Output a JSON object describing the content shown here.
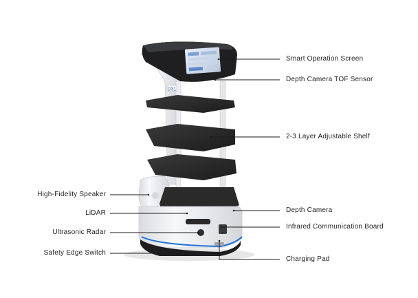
{
  "robot": {
    "model_badge": "D31"
  },
  "callouts": {
    "left": [
      {
        "key": "speaker",
        "text": "High-Fidelity Speaker"
      },
      {
        "key": "lidar",
        "text": "LiDAR"
      },
      {
        "key": "radar",
        "text": "Ultrasonic Radar"
      },
      {
        "key": "edge",
        "text": "Safety Edge Switch"
      }
    ],
    "right": [
      {
        "key": "screen",
        "text": "Smart Operation Screen"
      },
      {
        "key": "tof",
        "text": "Depth Camera TOF Sensor"
      },
      {
        "key": "shelf",
        "text": "2-3 Layer Adjustable Shelf"
      },
      {
        "key": "depthcam",
        "text": "Depth Camera"
      },
      {
        "key": "infrared",
        "text": "Infrared Communication Board"
      },
      {
        "key": "charging",
        "text": "Charging Pad"
      }
    ]
  },
  "colors": {
    "body_white": "#f3f4f6",
    "shelf_dark": "#2b2b2b",
    "accent_blue": "#1e6fd9",
    "line": "#1a1a1a"
  }
}
